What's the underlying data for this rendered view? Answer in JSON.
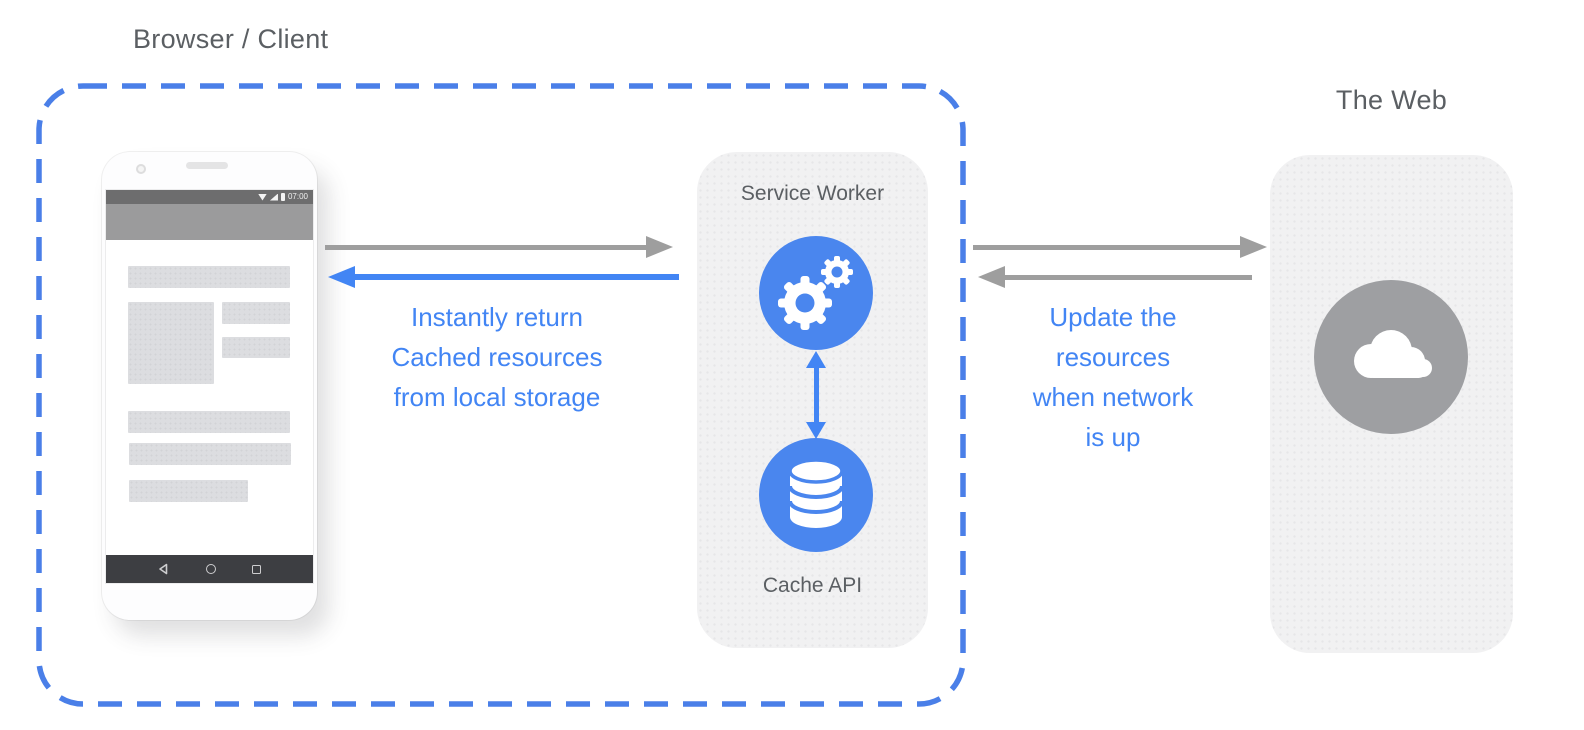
{
  "diagram": {
    "browser_client": {
      "title": "Browser / Client",
      "phone": {
        "status_time": "07:00",
        "status_icons": [
          "wifi-icon",
          "cellular-signal-icon",
          "battery-icon"
        ],
        "nav_icons": [
          "back-icon",
          "home-icon",
          "recents-icon"
        ]
      },
      "caption_lines": [
        "Instantly return",
        "Cached resources",
        "from local storage"
      ]
    },
    "service_worker": {
      "title": "Service Worker",
      "icon": "gears-icon",
      "cache": {
        "label": "Cache API",
        "icon": "database-icon"
      }
    },
    "web": {
      "title": "The Web",
      "icon": "cloud-icon",
      "caption_lines": [
        "Update the",
        "resources",
        "when network",
        "is up"
      ]
    },
    "colors": {
      "accent_blue": "#4285f4",
      "dashed_border_blue": "#4a7fe8",
      "arrow_gray": "#9e9e9e",
      "panel_gray": "#f1f1f2",
      "title_gray": "#5b5f63",
      "circle_gray": "#9e9fa2"
    }
  }
}
